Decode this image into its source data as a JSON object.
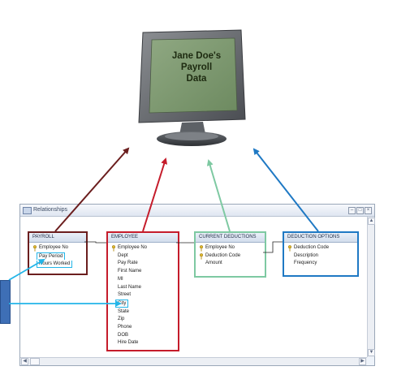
{
  "monitor": {
    "screen_lines": [
      "Jane Doe's",
      "Payroll",
      "Data"
    ]
  },
  "window": {
    "title": "Relationships",
    "controls": [
      "–",
      "□",
      "×"
    ]
  },
  "tables": {
    "payroll": {
      "title": "PAYROLL",
      "fields": [
        "Employee No",
        "Pay Period",
        "Hours Worked"
      ]
    },
    "employee": {
      "title": "EMPLOYEE",
      "fields": [
        "Employee No",
        "Dept",
        "Pay Rate",
        "First Name",
        "MI",
        "Last Name",
        "Street",
        "City",
        "State",
        "Zip",
        "Phone",
        "DOB",
        "Hire Date"
      ]
    },
    "current_deductions": {
      "title": "CURRENT DEDUCTIONS",
      "fields": [
        "Employee No",
        "Deduction Code",
        "Amount"
      ]
    },
    "deduction_options": {
      "title": "DEDUCTION OPTIONS",
      "fields": [
        "Deduction Code",
        "Description",
        "Frequency"
      ]
    }
  },
  "colors": {
    "payroll": "#6b1e1e",
    "employee": "#c51c2b",
    "current_deductions": "#7ec9a2",
    "deduction_options": "#1f79c4",
    "highlight": "#23b5e8"
  }
}
